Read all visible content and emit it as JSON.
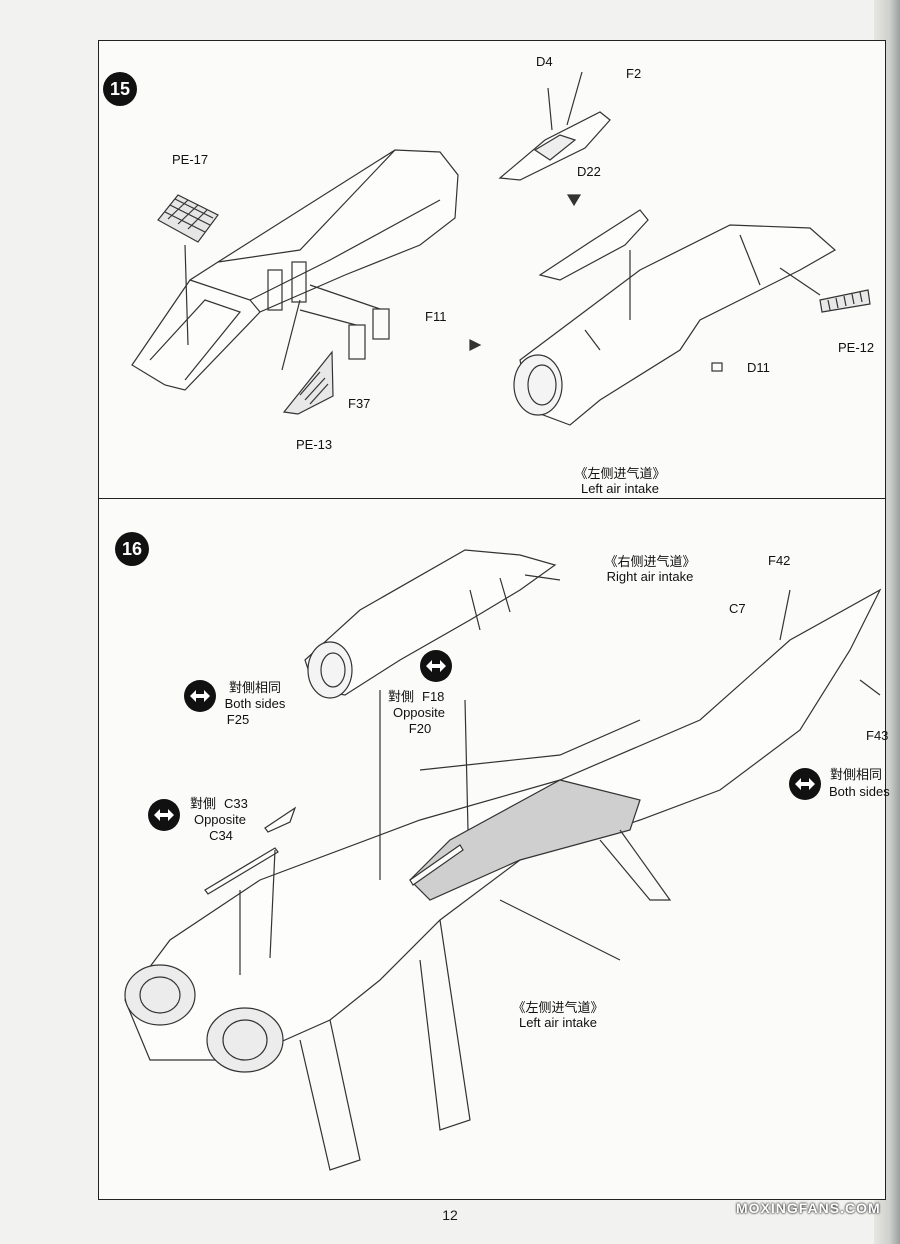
{
  "page_number": "12",
  "watermark": "MOXINGFANS.COM",
  "step15": {
    "number": "15",
    "labels": {
      "pe17": "PE-17",
      "pe13": "PE-13",
      "f37": "F37",
      "f11": "F11",
      "d4": "D4",
      "f2": "F2",
      "d22": "D22",
      "d11": "D11",
      "pe12": "PE-12"
    },
    "caption_cn": "《左侧进气道》",
    "caption_en": "Left air intake"
  },
  "step16": {
    "number": "16",
    "right_intake_cn": "《右侧进气道》",
    "right_intake_en": "Right air intake",
    "left_intake_cn": "《左侧进气道》",
    "left_intake_en": "Left air intake",
    "f42": "F42",
    "c7": "C7",
    "f43": "F43",
    "both_sides_a": {
      "cn": "對側相同",
      "en": "Both sides",
      "part": "F25"
    },
    "opposite_a": {
      "cn": "對側",
      "part": "F18",
      "en": "Opposite",
      "part2": "F20"
    },
    "opposite_b": {
      "cn": "對側",
      "part": "C33",
      "en": "Opposite",
      "part2": "C34"
    },
    "both_sides_b": {
      "cn": "對側相同",
      "en": "Both sides"
    }
  }
}
